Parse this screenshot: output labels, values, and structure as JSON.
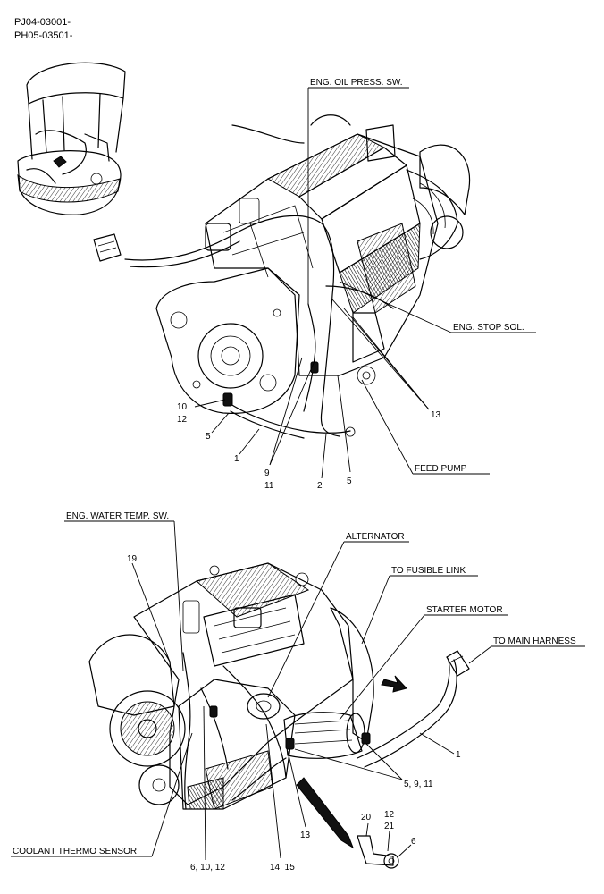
{
  "header": {
    "codes": [
      "PJ04-03001-",
      "PH05-03501-"
    ]
  },
  "top_view": {
    "callouts": {
      "eng_oil_press_sw": "ENG. OIL PRESS. SW.",
      "eng_stop_sol": "ENG. STOP SOL.",
      "feed_pump": "FEED PUMP"
    },
    "part_numbers": {
      "n10": "10",
      "n12": "12",
      "n5a": "5",
      "n1": "1",
      "n9": "9",
      "n11": "11",
      "n2": "2",
      "n5b": "5",
      "n13": "13"
    }
  },
  "bottom_view": {
    "callouts": {
      "eng_water_temp_sw": "ENG. WATER TEMP. SW.",
      "alternator": "ALTERNATOR",
      "to_fusible_link": "TO FUSIBLE LINK",
      "starter_motor": "STARTER MOTOR",
      "to_main_harness": "TO MAIN HARNESS",
      "coolant_thermo_sensor": "COOLANT THERMO SENSOR"
    },
    "part_numbers": {
      "n19": "19",
      "n1": "1",
      "n5_9_11": "5, 9, 11",
      "n12": "12",
      "n20": "20",
      "n21": "21",
      "n6": "6",
      "n6_10_12": "6, 10, 12",
      "n14_15": "14, 15",
      "n13": "13"
    }
  }
}
